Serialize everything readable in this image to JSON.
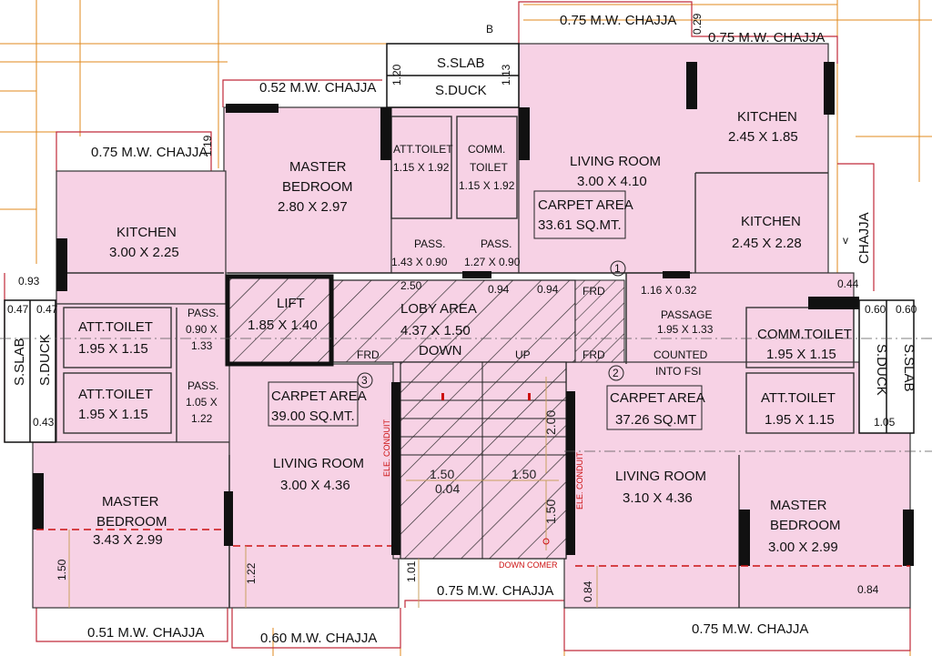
{
  "colors": {
    "room_fill": "#f7d2e5",
    "wall": "#111111",
    "outline": "#c02a3a",
    "grid": "#e08a1c",
    "dim_line": "#c8a060",
    "hatch": "#222222"
  },
  "labels": {
    "chajja_top_center": "0.75 M.W. CHAJJA",
    "chajja_top_right": "0.75 M.W. CHAJJA",
    "chajja_top_right_dim": "0.29",
    "chajja_052": "0.52 M.W. CHAJJA",
    "chajja_left_075": "0.75 M.W. CHAJJA",
    "dim_119": "1.19",
    "dim_120": "1.20",
    "dim_113": "1.13",
    "sslab_top": "S.SLAB",
    "sduct_top": "S.DUCK",
    "section_mark": "B",
    "master_bed_top": [
      "MASTER",
      "BEDROOM",
      "2.80 X 2.97"
    ],
    "att_toilet_top": [
      "ATT.TOILET",
      "1.15 X 1.92"
    ],
    "comm_toilet_top": [
      "COMM.",
      "TOILET",
      "1.15 X 1.92"
    ],
    "living_top_right": [
      "LIVING ROOM",
      "3.00 X 4.10"
    ],
    "carpet_1": [
      "CARPET AREA",
      "33.61 SQ.MT."
    ],
    "kitchen_tr1": [
      "KITCHEN",
      "2.45 X 1.85"
    ],
    "kitchen_tr2": [
      "KITCHEN",
      "2.45 X 2.28"
    ],
    "chajja_vertical": "CHAJJA",
    "v_mark": "v",
    "kitchen_left": [
      "KITCHEN",
      "3.00 X 2.25"
    ],
    "pass_143": [
      "PASS.",
      "1.43 X 0.90"
    ],
    "pass_127": [
      "PASS.",
      "1.27 X 0.90"
    ],
    "flat_1": "1",
    "flat_2": "2",
    "flat_3": "3",
    "dim_093": "0.93",
    "dim_047a": "0.47",
    "dim_047b": "0.47",
    "dim_043": "0.43",
    "sslab_left": "S.SLAB",
    "sduct_left": "S.DUCK",
    "att_toilet_l1": [
      "ATT.TOILET",
      "1.95 X 1.15"
    ],
    "att_toilet_l2": [
      "ATT.TOILET",
      "1.95 X 1.15"
    ],
    "pass_090": [
      "PASS.",
      "0.90 X",
      "1.33"
    ],
    "pass_105": [
      "PASS.",
      "1.05 X",
      "1.22"
    ],
    "lift": [
      "LIFT",
      "1.85 X 1.40"
    ],
    "lobby": [
      "LOBY AREA",
      "4.37 X 1.50",
      "DOWN"
    ],
    "dim_250": "2.50",
    "dim_094a": "0.94",
    "dim_094b": "0.94",
    "frd_1": "FRD",
    "frd_2": "FRD",
    "frd_3": "FRD",
    "up": "UP",
    "dim_116": "1.16 X 0.32",
    "passage": [
      "PASSAGE",
      "1.95 X 1.33"
    ],
    "counted": [
      "COUNTED",
      "INTO FSI"
    ],
    "dim_044": "0.44",
    "dim_060a": "0.60",
    "dim_060b": "0.60",
    "comm_toilet_r": [
      "COMM.TOILET",
      "1.95 X 1.15"
    ],
    "att_toilet_r": [
      "ATT.TOILET",
      "1.95 X 1.15"
    ],
    "sduct_right": "S.DUCK",
    "sslab_right": "S.SLAB",
    "dim_105": "1.05",
    "carpet_3": [
      "CARPET AREA",
      "39.00 SQ.MT."
    ],
    "living_left": [
      "LIVING ROOM",
      "3.00 X 4.36"
    ],
    "carpet_2": [
      "CARPET AREA",
      "37.26 SQ.MT"
    ],
    "living_right": [
      "LIVING ROOM",
      "3.10 X 4.36"
    ],
    "ele_conduit_l": "ELE. CONDUIT",
    "ele_conduit_r": "ELE. CONDUIT",
    "dim_200": "2.00",
    "dim_150a": "1.50",
    "dim_150b": "1.50",
    "dim_004": "0.04",
    "dim_150c": "1.50",
    "down_comer": "DOWN COMER",
    "master_bed_left": [
      "MASTER",
      "BEDROOM",
      "3.43 X 2.99"
    ],
    "master_bed_right": [
      "MASTER",
      "BEDROOM",
      "3.00 X 2.99"
    ],
    "dim_150d": "1.50",
    "dim_122": "1.22",
    "dim_101": "1.01",
    "dim_084a": "0.84",
    "dim_084b": "0.84",
    "chajja_bottom_center": "0.75 M.W. CHAJJA",
    "chajja_bottom_051": "0.51 M.W. CHAJJA",
    "chajja_bottom_060": "0.60 M.W. CHAJJA",
    "chajja_bottom_right": "0.75 M.W. CHAJJA"
  }
}
